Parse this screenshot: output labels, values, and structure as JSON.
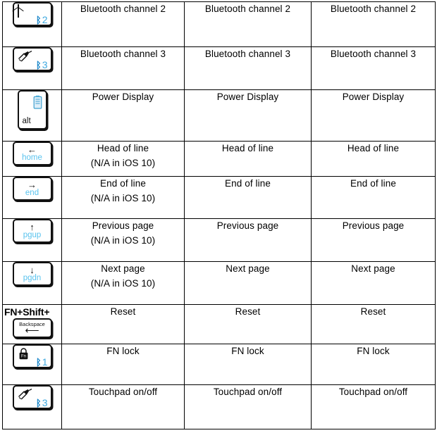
{
  "document": {
    "type": "keyboard-shortcut-table",
    "fn_shift_prefix": "FN+Shift+"
  },
  "table": {
    "rows": [
      {
        "key": {
          "type": "wide-cap",
          "icon": "envelope-icon",
          "bluetooth_symbol": "ᛒ",
          "bluetooth_channel": "2",
          "label": ""
        },
        "col1": "Bluetooth channel 2",
        "col1_note": "",
        "col2": "Bluetooth channel 2",
        "col3": "Bluetooth channel 2"
      },
      {
        "key": {
          "type": "wide-cap",
          "icon": "stylus-pen-icon",
          "bluetooth_symbol": "ᛒ",
          "bluetooth_channel": "3",
          "label": ""
        },
        "col1": "Bluetooth channel 3",
        "col1_note": "",
        "col2": "Bluetooth channel 3",
        "col3": "Bluetooth channel 3"
      },
      {
        "key": {
          "type": "tall-cap",
          "icon": "battery-icon",
          "bluetooth_symbol": "",
          "bluetooth_channel": "",
          "label": "alt"
        },
        "col1": "Power Display",
        "col1_note": "",
        "col2": "Power Display",
        "col3": "Power Display"
      },
      {
        "key": {
          "type": "nav-cap",
          "icon": "arrow-left-icon",
          "arrow": "←",
          "label": "home"
        },
        "col1": "Head of line",
        "col1_note": "(N/A in iOS 10)",
        "col2": "Head of line",
        "col3": "Head of line"
      },
      {
        "key": {
          "type": "nav-cap",
          "icon": "arrow-right-icon",
          "arrow": "→",
          "label": "end"
        },
        "col1": "End of line",
        "col1_note": "(N/A in iOS 10)",
        "col2": "End of line",
        "col3": "End of line"
      },
      {
        "key": {
          "type": "nav-cap",
          "icon": "arrow-up-icon",
          "arrow": "↑",
          "label": "pgup"
        },
        "col1": "Previous page",
        "col1_note": "(N/A in iOS 10)",
        "col2": "Previous page",
        "col3": "Previous page"
      },
      {
        "key": {
          "type": "nav-cap",
          "icon": "arrow-down-icon",
          "arrow": "↓",
          "label": "pgdn"
        },
        "col1": "Next page",
        "col1_note": "(N/A in iOS 10)",
        "col2": "Next page",
        "col3": "Next page"
      },
      {
        "key": {
          "type": "backspace-cap",
          "prefix": "FN+Shift+",
          "label": "Backspace",
          "arrow": "⟵"
        },
        "col1": "Reset",
        "col1_note": "",
        "col2": "Reset",
        "col3": "Reset"
      },
      {
        "key": {
          "type": "wide-cap",
          "icon": "fn-lock-icon",
          "bluetooth_symbol": "ᛒ",
          "bluetooth_channel": "1",
          "label": "Fn"
        },
        "col1": "FN lock",
        "col1_note": "",
        "col2": "FN lock",
        "col3": "FN lock"
      },
      {
        "key": {
          "type": "wide-cap",
          "icon": "stylus-pen-icon",
          "bluetooth_symbol": "ᛒ",
          "bluetooth_channel": "3",
          "label": ""
        },
        "col1": "Touchpad on/off",
        "col1_note": "",
        "col2": "Touchpad on/off",
        "col3": "Touchpad on/off"
      }
    ]
  },
  "colors": {
    "border": "#000000",
    "text": "#000000",
    "key_label_blue": "#5ac3ee",
    "bluetooth_blue": "#1483c8",
    "bluetooth_number_blue": "#3fa9e0",
    "background": "#ffffff"
  }
}
